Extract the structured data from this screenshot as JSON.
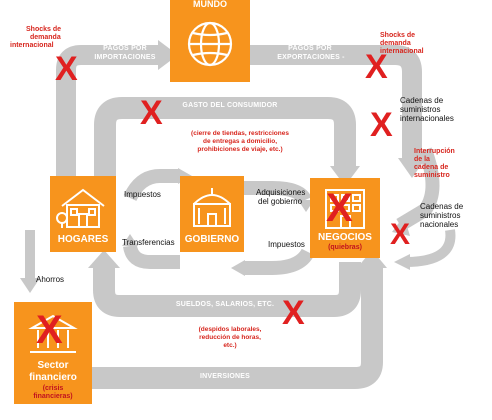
{
  "nodes": {
    "mundo": "MUNDO",
    "hogares": "HOGARES",
    "gobierno": "GOBIERNO",
    "negocios": "NEGOCIOS",
    "negocios_sub": "(quiebras)",
    "sector_line1": "Sector",
    "sector_line2": "financiero",
    "sector_sub_line1": "(crisis",
    "sector_sub_line2": "financieras)"
  },
  "flows": {
    "pagos_importaciones_1": "PAGOS POR",
    "pagos_importaciones_2": "IMPORTACIONES",
    "pagos_exportaciones_1": "PAGOS POR",
    "pagos_exportaciones_2": "EXPORTACIONES -",
    "gasto_consumidor": "GASTO DEL CONSUMIDOR",
    "sueldos": "SUELDOS, SALARIOS, ETC.",
    "inversiones": "INVERSIONES",
    "impuestos_left": "Impuestos",
    "transferencias": "Transferencias",
    "adquisiciones_1": "Adquisiciones",
    "adquisiciones_2": "del gobierno",
    "impuestos_right": "Impuestos",
    "ahorros": "Ahorros"
  },
  "annotations": {
    "shocks_left_1": "Shocks de",
    "shocks_left_2": "demanda",
    "shocks_left_3": "internacional",
    "shocks_right_1": "Shocks de",
    "shocks_right_2": "demanda",
    "shocks_right_3": "internacional",
    "cadenas_int_1": "Cadenas de",
    "cadenas_int_2": "suministros",
    "cadenas_int_3": "internacionales",
    "interrupcion_1": "Interrupción",
    "interrupcion_2": "de la",
    "interrupcion_3": "cadena de",
    "interrupcion_4": "suministro",
    "cadenas_nac_1": "Cadenas de",
    "cadenas_nac_2": "suministros",
    "cadenas_nac_3": "nacionales",
    "consumidor_note_1": "(cierre de tiendas, restricciones",
    "consumidor_note_2": "de entregas a domicilio,",
    "consumidor_note_3": "prohibiciones de viaje, etc.)",
    "sueldos_note_1": "(despidos laborales,",
    "sueldos_note_2": "reducción de horas,",
    "sueldos_note_3": "etc.)"
  },
  "colors": {
    "accent_orange": "#f7941d",
    "flow_gray": "#c8c8c8",
    "flow_dark_gray": "#a9a9a9",
    "disruption_red": "#e02020"
  },
  "icons": [
    "globe-icon",
    "house-icon",
    "government-building-icon",
    "office-building-icon",
    "bank-icon"
  ],
  "x_mark_symbol": "X"
}
